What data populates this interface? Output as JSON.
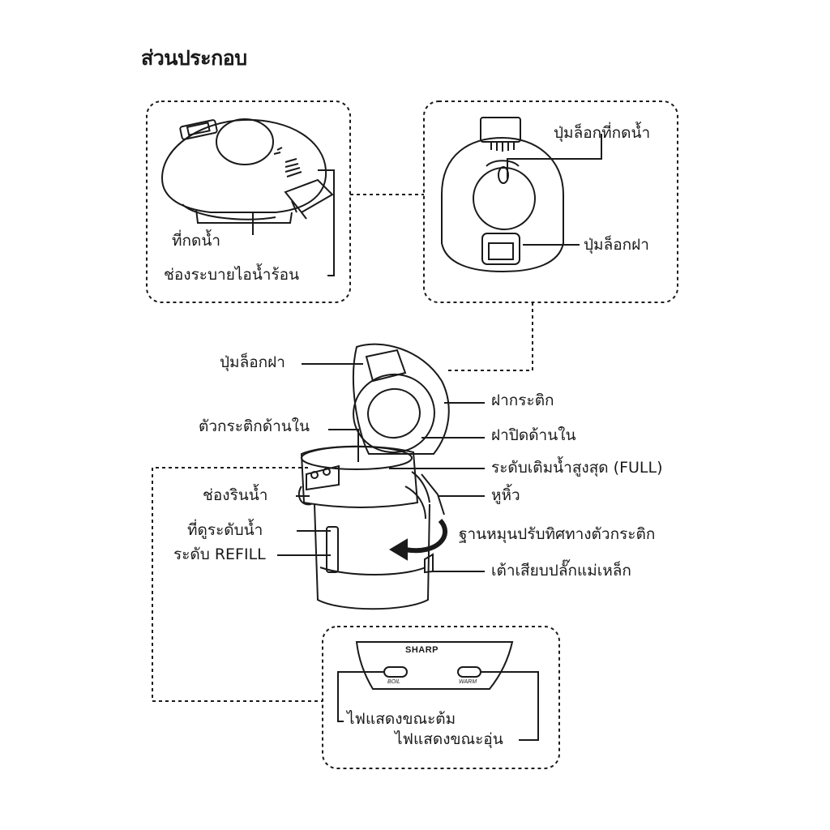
{
  "title": "ส่วนประกอบ",
  "lid_view": {
    "dispense_button": "ที่กดน้ำ",
    "steam_vent": "ช่องระบายไอน้ำร้อน"
  },
  "top_view": {
    "dispense_lock_button": "ปุ่มล็อกที่กดน้ำ",
    "lid_lock_button": "ปุ่มล็อกฝา"
  },
  "main_view": {
    "lid_lock_button": "ปุ่มล็อกฝา",
    "inner_body": "ตัวกระติกด้านใน",
    "outer_lid": "ฝากระติก",
    "inner_lid": "ฝาปิดด้านใน",
    "full_level": "ระดับเติมน้ำสูงสุด (FULL)",
    "handle": "หูหิ้ว",
    "spout": "ช่องรินน้ำ",
    "water_gauge": "ที่ดูระดับน้ำ",
    "refill_level": "ระดับ REFILL",
    "rotating_base": "ฐานหมุนปรับทิศทางตัวกระติก",
    "magnetic_socket": "เต้าเสียบปลั๊กแม่เหล็ก"
  },
  "panel_view": {
    "brand": "SHARP",
    "boil_text": "BOIL",
    "warm_text": "WARM",
    "boil_lamp": "ไฟแสดงขณะต้ม",
    "warm_lamp": "ไฟแสดงขณะอุ่น"
  },
  "colors": {
    "line": "#1a1a1a",
    "background": "#ffffff"
  }
}
